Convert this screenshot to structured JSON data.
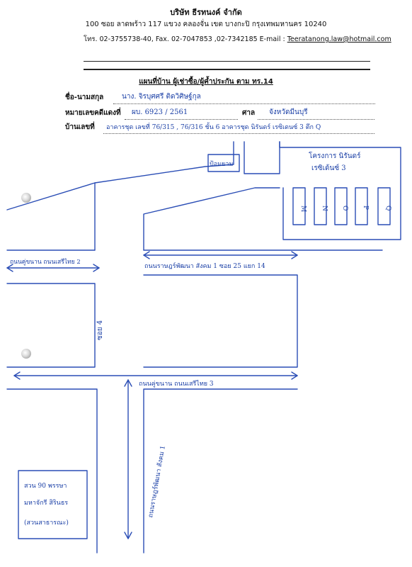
{
  "header": {
    "company": "บริษัท ธีรทนงค์ จำกัด",
    "address": "100 ซอย ลาดพร้าว 117 แขวง คลองจั่น เขต บางกะปิ กรุงเทพมหานคร 10240",
    "contact": "โทร. 02-3755738-40, Fax. 02-7047853 ,02-7342185   E-mail : ",
    "email": "Teeratanong.law@hotmail.com"
  },
  "form": {
    "title": "แผนที่บ้าน ผู้เช่าซื้อ/ผู้ค้ำประกัน ตาม ทร.14",
    "name_label": "ชื่อ-นามสกุล",
    "name_value": "นาง. จิรบุศศรี    ติดวิศิษฐ์กุล",
    "case_label": "หมายเลขคดีแดงที่",
    "case_value": "ผบ. 6923 / 2561",
    "court_label": "ศาล",
    "court_value": "จังหวัดมีนบุรี",
    "house_label": "บ้านเลขที่",
    "house_value": "อาคารชุด เลขที่ 76/315 , 76/316  ชั้น 6  อาคารชุด นิรันดร์ เรซิเดนซ์ 3  ตึก Q"
  },
  "map": {
    "guard_house": "ป้อมยาม",
    "condo_name_1": "โครงการ นิรันดร์",
    "condo_name_2": "เรซิเด้นซ์ 3",
    "buildings": [
      "M",
      "N",
      "O",
      "P",
      "Q"
    ],
    "road_top": "ถนนคู่ขนาน ถนนเสรีไทย 2",
    "road_mid": "ถนนราษฎร์พัฒนา สังคม 1 ซอย 25 แยก 14",
    "soi_label": "ซอย 4",
    "road_lower": "ถนนคู่ขนาน ถนนเสรีไทย 3",
    "vertical_road": "ถนนราษฎร์พัฒนา สังคม 1",
    "box_line1": "สวน 90 พรรษา",
    "box_line2": "มหาจักรี สิรินธร",
    "box_line3": "(สวนสาธารณะ)"
  }
}
